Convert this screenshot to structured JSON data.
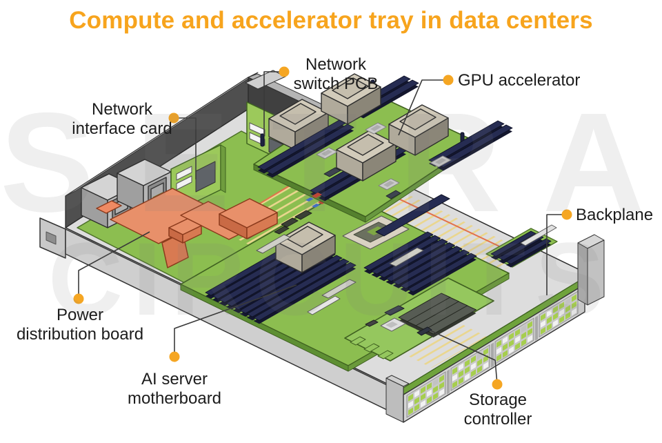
{
  "title": "Compute and accelerator tray in data centers",
  "accent_color": "#F5A623",
  "watermark": {
    "line1": "SETRA",
    "line2": "CIRCUITS"
  },
  "labels": [
    {
      "id": "network-switch-pcb",
      "text": "Network\nswitch PCB"
    },
    {
      "id": "gpu-accelerator",
      "text": "GPU accelerator"
    },
    {
      "id": "network-interface-card",
      "text": "Network\ninterface card"
    },
    {
      "id": "backplane",
      "text": "Backplane"
    },
    {
      "id": "power-distribution-board",
      "text": "Power\ndistribution board"
    },
    {
      "id": "ai-server-motherboard",
      "text": "AI server\nmotherboard"
    },
    {
      "id": "storage-controller",
      "text": "Storage\ncontroller"
    }
  ]
}
